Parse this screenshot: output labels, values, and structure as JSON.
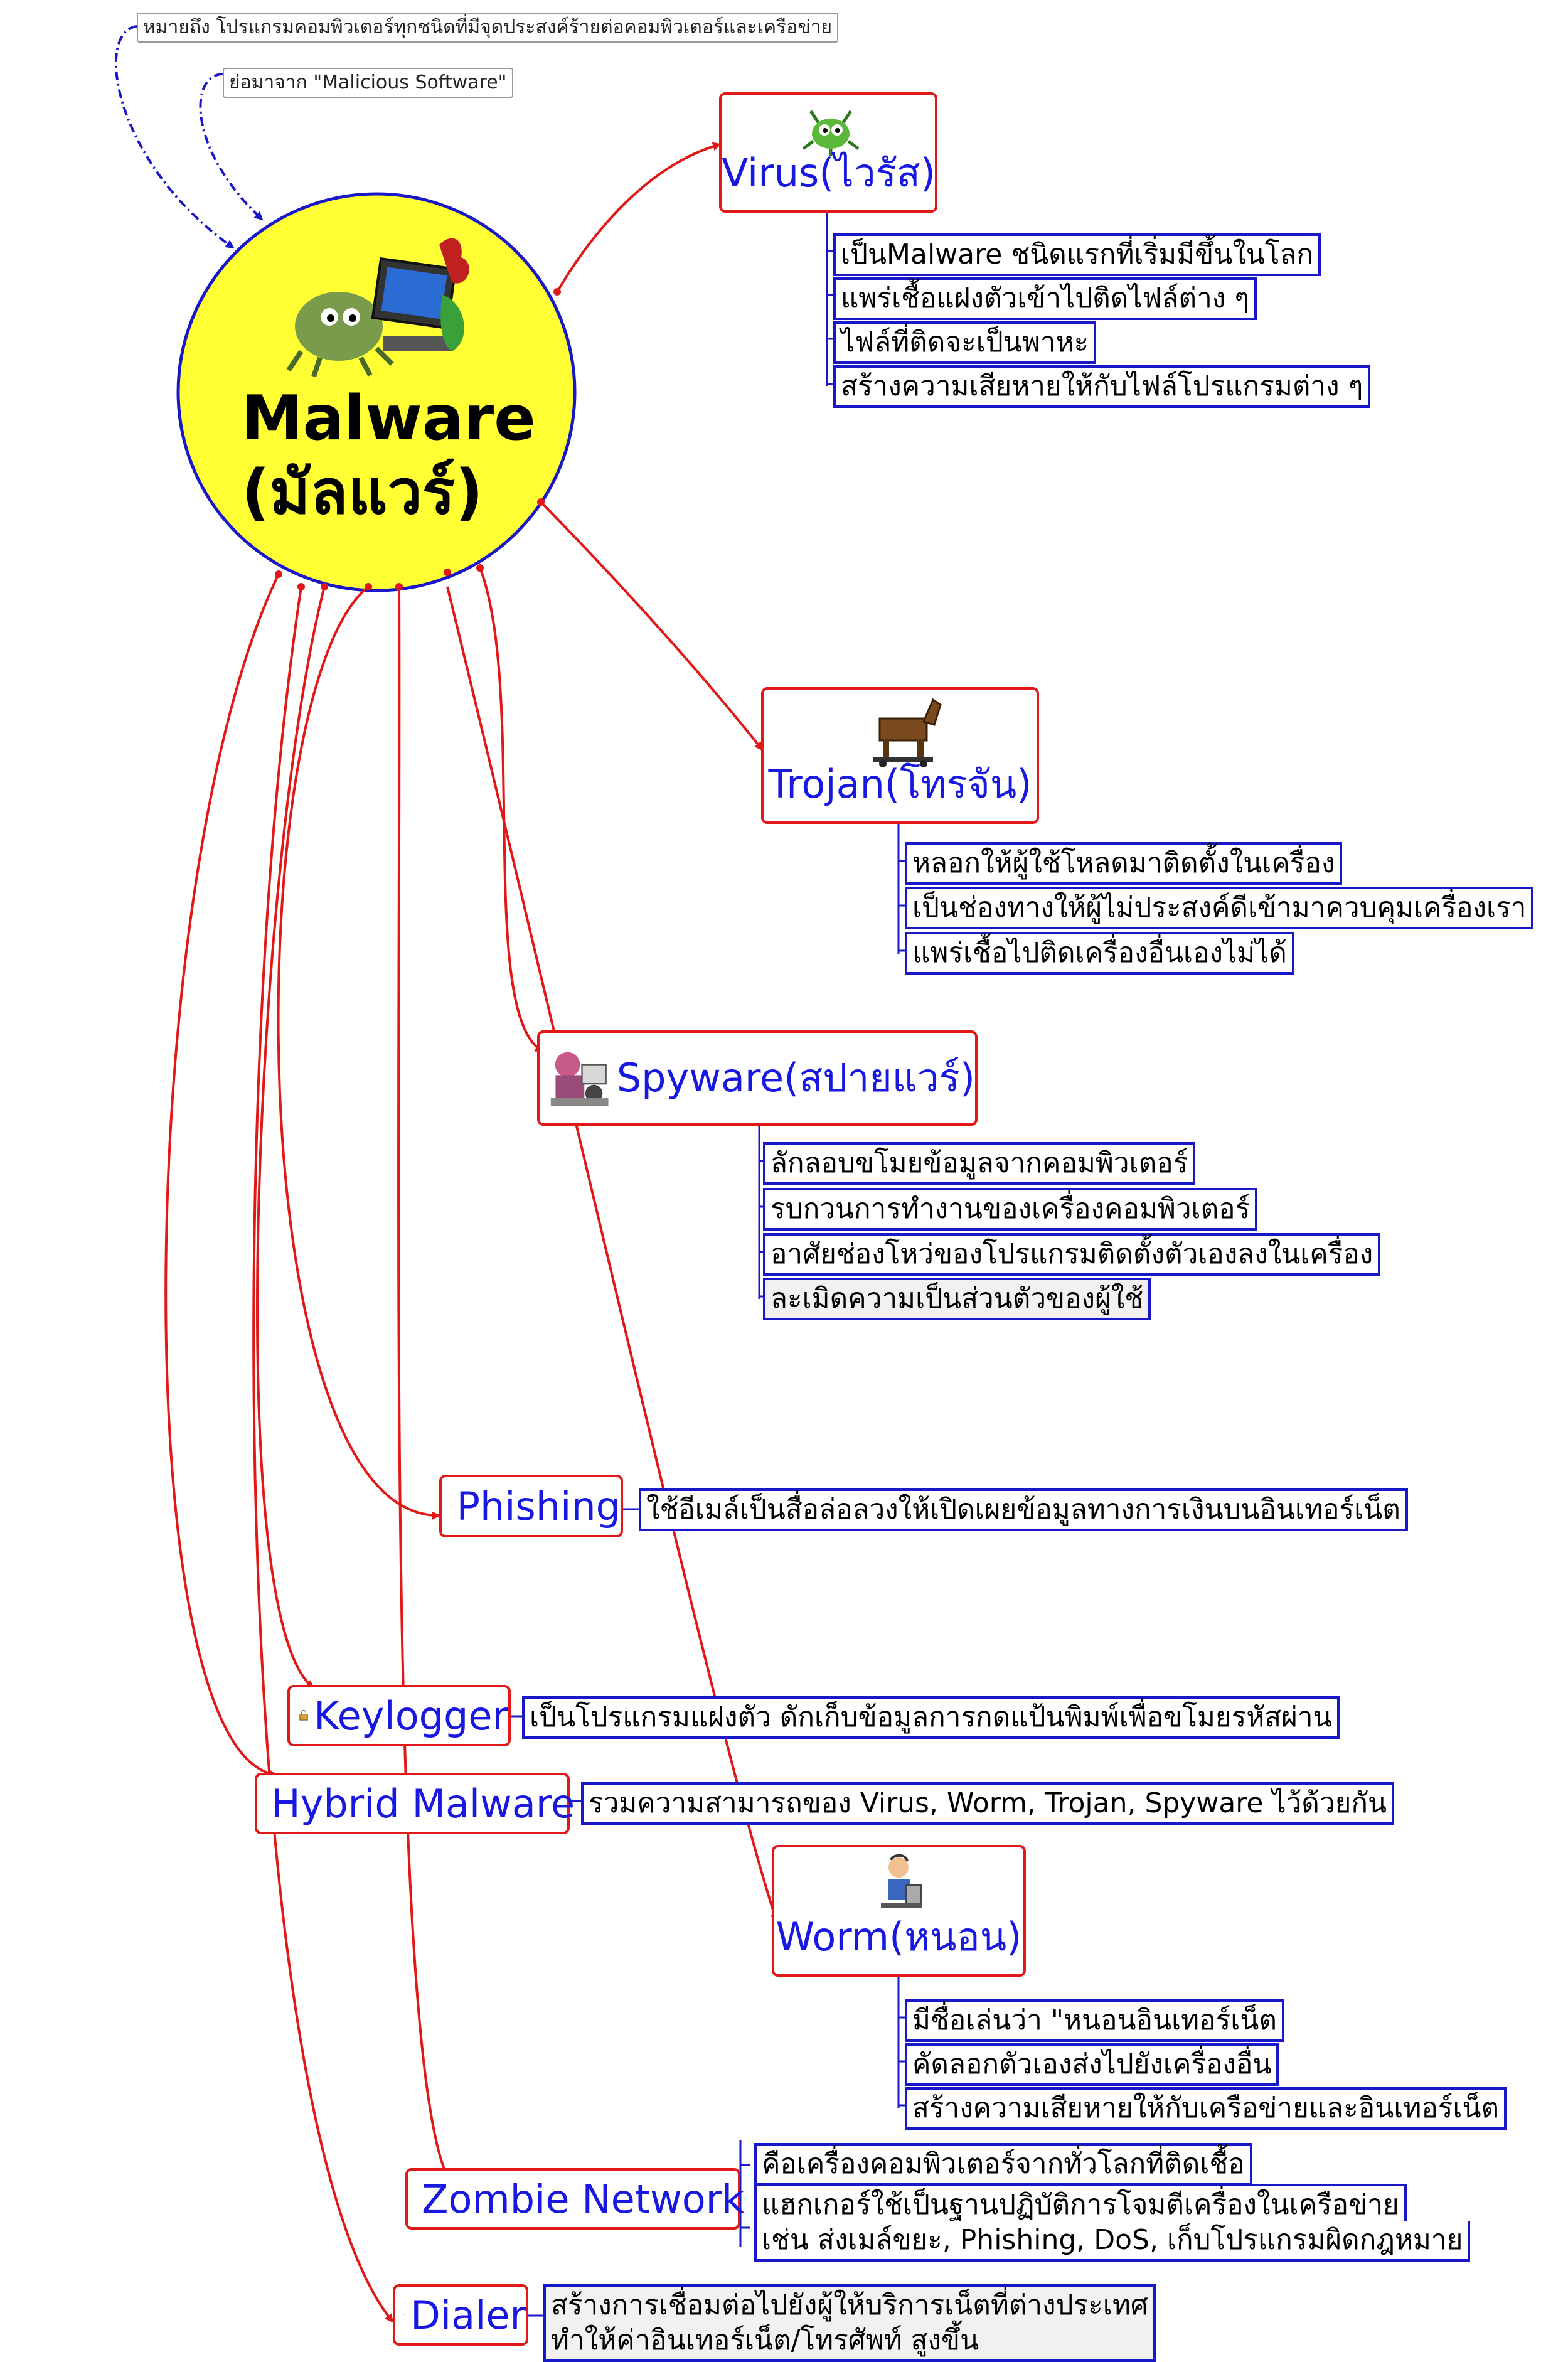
{
  "central": {
    "title_line1": "Malware",
    "title_line2": "(มัลแวร์)",
    "fill": "#ffff33",
    "border": "#1818c8"
  },
  "callouts": [
    "หมายถึง โปรแกรมคอมพิวเตอร์ทุกชนิดที่มีจุดประสงค์ร้ายต่อคอมพิวเตอร์และเครือข่าย",
    "ย่อมาจาก \"Malicious Software\""
  ],
  "topics": {
    "virus": {
      "label": "Virus(ไวรัส)",
      "icon": "virus-bug-icon",
      "notes": [
        "เป็นMalware ชนิดแรกที่เริ่มมีขึ้นในโลก",
        "แพร่เชื้อแฝงตัวเข้าไปติดไฟล์ต่าง ๆ",
        "ไฟล์ที่ติดจะเป็นพาหะ",
        "สร้างความเสียหายให้กับไฟล์โปรแกรมต่าง ๆ"
      ]
    },
    "trojan": {
      "label": "Trojan(โทรจัน)",
      "icon": "trojan-horse-icon",
      "notes": [
        "หลอกให้ผู้ใช้โหลดมาติดตั้งในเครื่อง",
        "เป็นช่องทางให้ผู้ไม่ประสงค์ดีเข้ามาควบคุมเครื่องเรา",
        "แพร่เชื้อไปติดเครื่องอื่นเองไม่ได้"
      ]
    },
    "spyware": {
      "label": "Spyware(สปายแวร์)",
      "icon": "spy-icon",
      "notes": [
        "ลักลอบขโมยข้อมูลจากคอมพิวเตอร์",
        "รบกวนการทำงานของเครื่องคอมพิวเตอร์",
        "อาศัยช่องโหว่ของโปรแกรมติดตั้งตัวเองลงในเครื่อง",
        "ละเมิดความเป็นส่วนตัวของผู้ใช้"
      ]
    },
    "phishing": {
      "label": "Phishing",
      "icon": "mail-icon",
      "notes": [
        "ใช้อีเมล์เป็นสื่อล่อลวงให้เปิดเผยข้อมูลทางการเงินบนอินเทอร์เน็ต"
      ]
    },
    "keylogger": {
      "label": "Keylogger",
      "icon": "keylog-icon",
      "notes": [
        "เป็นโปรแกรมแฝงตัว ดักเก็บข้อมูลการกดแป้นพิมพ์เพื่อขโมยรหัสผ่าน"
      ]
    },
    "hybrid": {
      "label": "Hybrid Malware",
      "icon": "bomb-icon",
      "notes": [
        "รวมความสามารถของ Virus, Worm, Trojan, Spyware ไว้ด้วยกัน"
      ]
    },
    "worm": {
      "label": "Worm(หนอน)",
      "icon": "worm-user-icon",
      "notes": [
        "มีชื่อเล่นว่า \"หนอนอินเทอร์เน็ต",
        "คัดลอกตัวเองส่งไปยังเครื่องอื่น",
        "สร้างความเสียหายให้กับเครือข่ายและอินเทอร์เน็ต"
      ]
    },
    "zombie": {
      "label": "Zombie Network",
      "icon": "network-icon",
      "notes": [
        "คือเครื่องคอมพิวเตอร์จากทั่วโลกที่ติดเชื้อ",
        "แฮกเกอร์ใช้เป็นฐานปฏิบัติการโจมตีเครื่องในเครือข่าย",
        "เช่น ส่งเมล์ขยะ, Phishing, DoS, เก็บโปรแกรมผิดกฎหมาย"
      ]
    },
    "dialer": {
      "label": "Dialer",
      "icon": "phone-icon",
      "notes": [
        "สร้างการเชื่อมต่อไปยังผู้ให้บริการเน็ตที่ต่างประเทศ",
        "ทำให้ค่าอินเทอร์เน็ต/โทรศัพท์ สูงขึ้น"
      ]
    }
  },
  "colors": {
    "connector": "#e01818",
    "topic_text": "#1818e0",
    "note_border": "#1818c8",
    "callout_link": "#1818c8"
  }
}
